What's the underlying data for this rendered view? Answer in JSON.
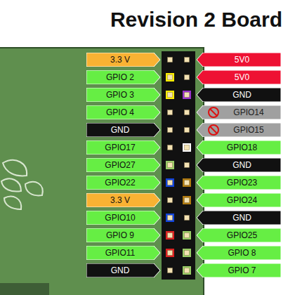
{
  "diagram": {
    "title": "Revision 2 Board",
    "nodes": [
      {
        "text": [
          "3.3 V"
        ]
      },
      {
        "text": [
          "5V0"
        ]
      },
      {
        "text": [
          "GPIO 2"
        ]
      },
      {
        "text": [
          "5V0"
        ]
      },
      {
        "text": [
          "GPIO 3"
        ]
      },
      {
        "text": [
          "GND"
        ]
      },
      {
        "text": [
          "GPIO 4"
        ]
      },
      {
        "text": [
          "GPIO14"
        ]
      },
      {
        "text": [
          "GND"
        ]
      },
      {
        "text": [
          "GPIO15"
        ]
      },
      {
        "text": [
          "GPIO17"
        ]
      },
      {
        "text": [
          "GPIO18"
        ]
      },
      {
        "text": [
          "GPIO27"
        ]
      },
      {
        "text": [
          "GND"
        ]
      },
      {
        "text": [
          "GPIO22"
        ]
      },
      {
        "text": [
          "GPIO23"
        ]
      },
      {
        "text": [
          "3.3 V"
        ]
      },
      {
        "text": [
          "GPIO24"
        ]
      },
      {
        "text": [
          "GPIO10"
        ]
      },
      {
        "text": [
          "GND"
        ]
      },
      {
        "text": [
          "GPIO 9"
        ]
      },
      {
        "text": [
          "GPIO25"
        ]
      },
      {
        "text": [
          "GPIO11"
        ]
      },
      {
        "text": [
          "GPIO 8"
        ]
      },
      {
        "text": [
          "GND"
        ]
      },
      {
        "text": [
          "GPIO 7"
        ]
      }
    ]
  }
}
